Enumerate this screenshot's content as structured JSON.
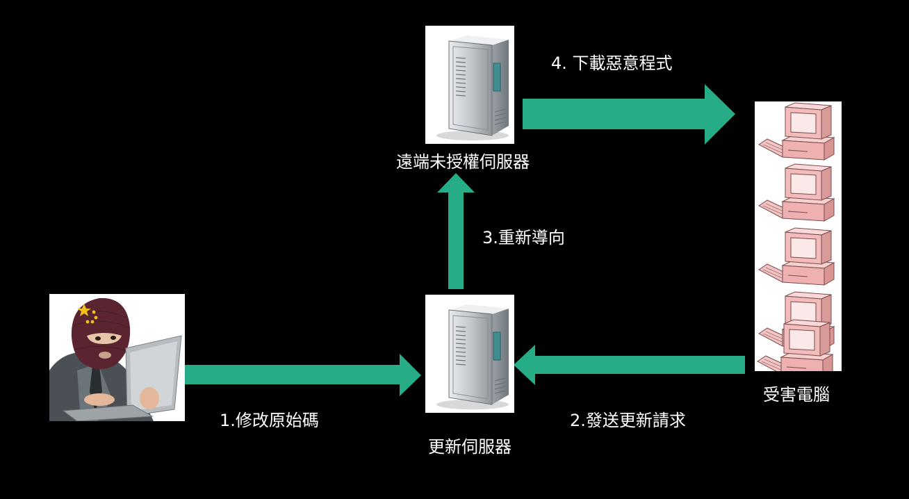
{
  "nodes": {
    "attacker": {
      "icon": "hacker-with-laptop-icon"
    },
    "update_server": {
      "label": "更新伺服器",
      "icon": "server-tower-icon"
    },
    "remote_server": {
      "label": "遠端未授權伺服器",
      "icon": "server-tower-icon"
    },
    "victims": {
      "label": "受害電腦",
      "icon": "computer-stack-icon"
    }
  },
  "steps": [
    {
      "label": "1.修改原始碼",
      "from": "attacker",
      "to": "update_server"
    },
    {
      "label": "2.發送更新請求",
      "from": "victims",
      "to": "update_server"
    },
    {
      "label": "3.重新導向",
      "from": "update_server",
      "to": "remote_server"
    },
    {
      "label": "4. 下載惡意程式",
      "from": "remote_server",
      "to": "victims"
    }
  ],
  "colors": {
    "background": "#000000",
    "arrow": "#26ad88",
    "text": "#ffffff",
    "server_body": "#c9ccd0",
    "server_screen": "#3f8e92",
    "computer_body": "#f0b4b4",
    "computer_outline": "#7a4a4a"
  }
}
